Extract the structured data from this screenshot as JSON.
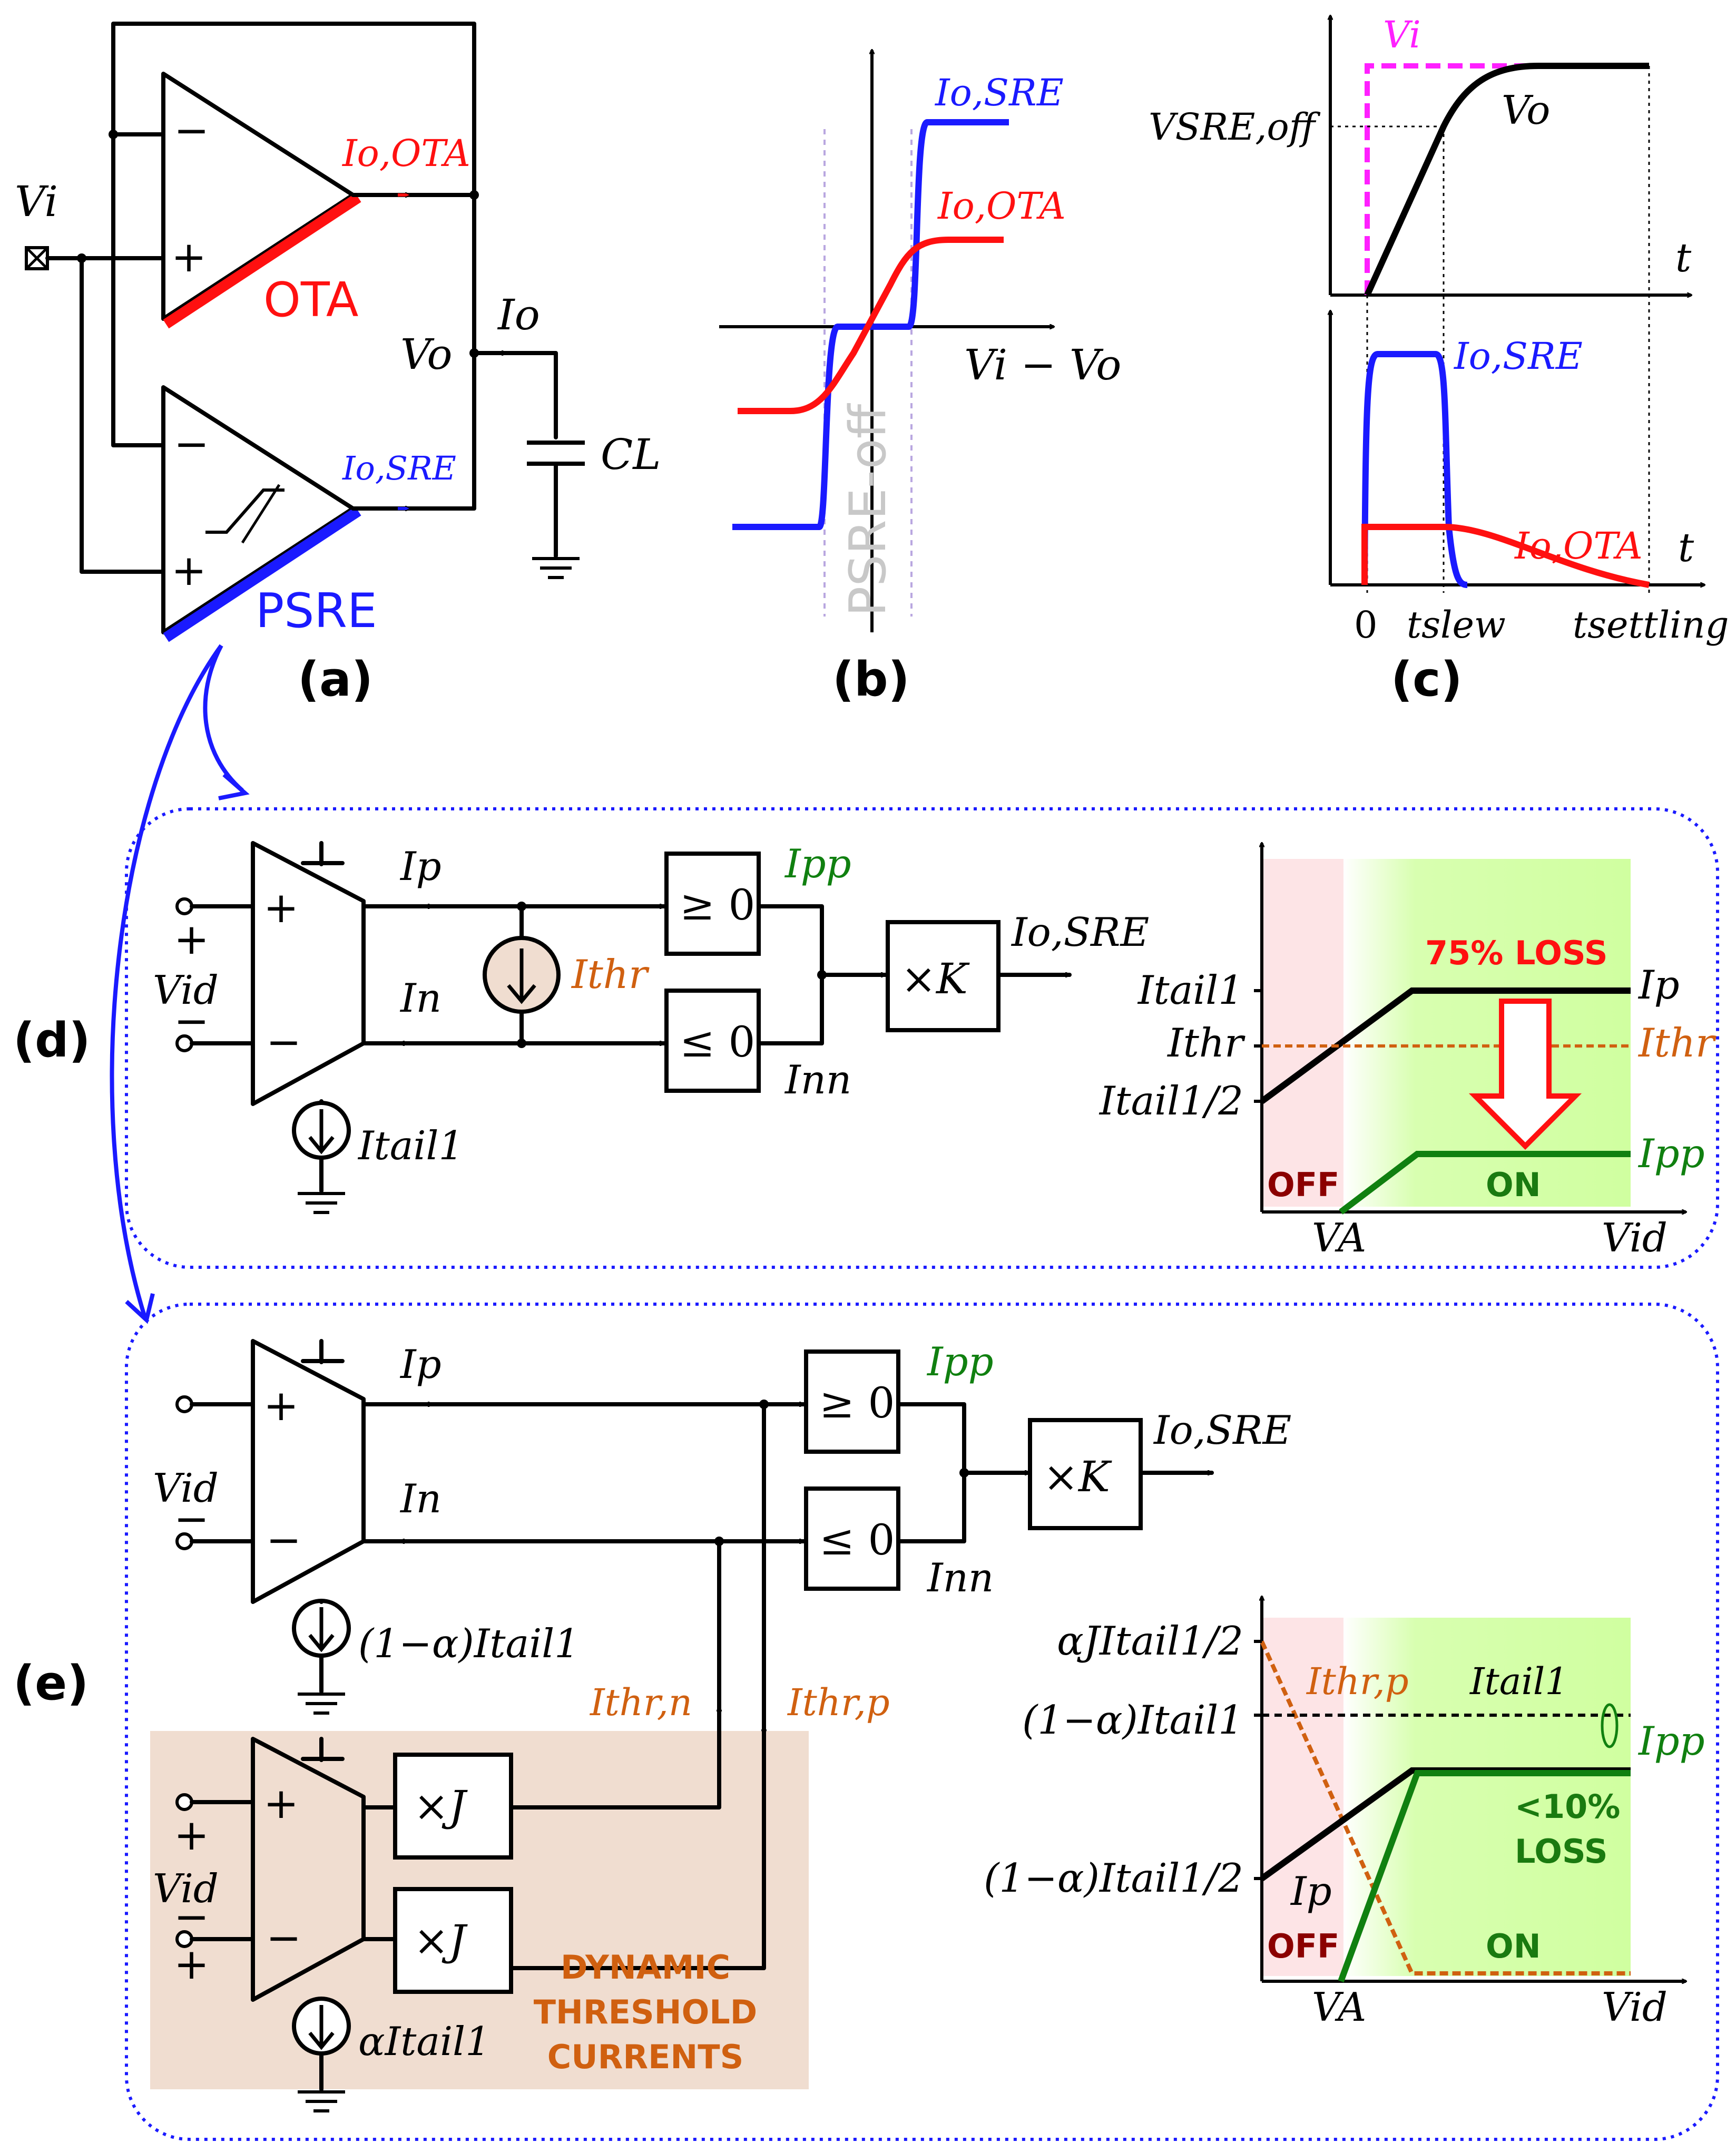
{
  "panels": {
    "a": "(a)",
    "b": "(b)",
    "c": "(c)",
    "d": "(d)",
    "e": "(e)"
  },
  "colors": {
    "ota": "#ff1010",
    "sre": "#1a1aff",
    "vi": "#ff20ff",
    "thr": "#d06010",
    "ipp": "#108010",
    "dots": "#1a1aff",
    "off_bg": "#fde4e6",
    "on_bg": "#d8ffb0",
    "dyn_bg": "#f0ddd0",
    "off_text": "#8b0000",
    "loss_text": "#ff1010",
    "on_text": "#1a7a10"
  },
  "a": {
    "vi": "Vi",
    "minus1": "−",
    "plus1": "+",
    "io_ota": "Io,OTA",
    "ota_label": "OTA",
    "vo": "Vo",
    "io": "Io",
    "cl": "CL",
    "minus2": "−",
    "plus2": "+",
    "io_sre": "Io,SRE",
    "psre_label": "PSRE"
  },
  "b": {
    "io_sre": "Io,SRE",
    "io_ota": "Io,OTA",
    "xaxis": "Vi − Vo",
    "psre_off": "PSRE-off"
  },
  "c": {
    "vi": "Vi",
    "vsre_off": "VSRE,off",
    "vo": "Vo",
    "t1": "t",
    "io_sre": "Io,SRE",
    "io_ota": "Io,OTA",
    "t2": "t",
    "tick0": "0",
    "tslew": "tslew",
    "tsettling": "tsettling"
  },
  "d": {
    "plus": "+",
    "vid": "Vid",
    "minus": "−",
    "ip": "Ip",
    "in": "In",
    "ithr": "Ithr",
    "itail1": "Itail1",
    "ge0": "≥ 0",
    "le0": "≤ 0",
    "ipp": "Ipp",
    "inn": "Inn",
    "xk": "×K",
    "io_sre": "Io,SRE",
    "plot": {
      "yticks": [
        "Itail1",
        "Ithr",
        "Itail1/2"
      ],
      "loss": "75% LOSS",
      "ip": "Ip",
      "ithr": "Ithr",
      "ipp": "Ipp",
      "off": "OFF",
      "on": "ON",
      "va": "VA",
      "vid": "Vid"
    }
  },
  "e": {
    "plus": "+",
    "vid": "Vid",
    "minus": "−",
    "ip": "Ip",
    "in": "In",
    "tail_main": "(1−α)Itail1",
    "ge0": "≥ 0",
    "le0": "≤ 0",
    "ipp": "Ipp",
    "inn": "Inn",
    "xk": "×K",
    "io_sre": "Io,SRE",
    "ithr_n": "Ithr,n",
    "ithr_p": "Ithr,p",
    "plus2": "+",
    "vid2": "Vid",
    "minus2": "−",
    "xj1": "×J",
    "xj2": "×J",
    "tail_aux": "αItail1",
    "dyn1": "DYNAMIC",
    "dyn2": "THRESHOLD",
    "dyn3": "CURRENTS",
    "plot": {
      "yticks": [
        "αJItail1/2",
        "(1−α)Itail1",
        "(1−α)Itail1/2"
      ],
      "ithr_p": "Ithr,p",
      "itail1": "Itail1",
      "ipp": "Ipp",
      "loss1": "<10%",
      "loss2": "LOSS",
      "ip": "Ip",
      "off": "OFF",
      "on": "ON",
      "va": "VA",
      "vid": "Vid"
    }
  }
}
